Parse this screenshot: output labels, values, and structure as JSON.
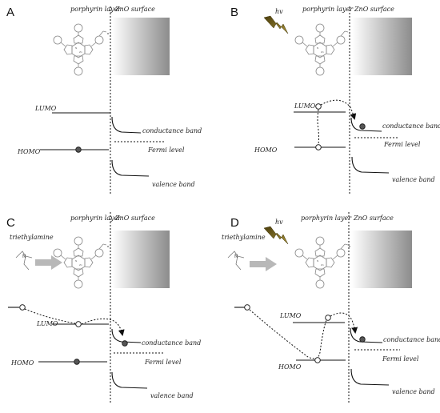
{
  "panels": [
    {
      "letter": "A",
      "layer_label": "porphyrin layer",
      "surface_label": "ZnO surface",
      "lumo": "LUMO",
      "homo": "HOMO",
      "conductance": "conductance band",
      "fermi": "Fermi level",
      "valence": "valence band"
    },
    {
      "letter": "B",
      "hv": "hv",
      "layer_label": "porphyrin layer",
      "surface_label": "ZnO surface",
      "lumo": "LUMO",
      "homo": "HOMO",
      "conductance": "conductance band",
      "fermi": "Fermi level",
      "valence": "valence band"
    },
    {
      "letter": "C",
      "amine": "triethylamine",
      "layer_label": "porphyrin layer",
      "surface_label": "ZnO surface",
      "lumo": "LUMO",
      "homo": "HOMO",
      "conductance": "conductance band",
      "fermi": "Fermi level",
      "valence": "valence band"
    },
    {
      "letter": "D",
      "hv": "hv",
      "amine": "triethylamine",
      "layer_label": "porphyrin layer",
      "surface_label": "ZnO surface",
      "lumo": "LUMO",
      "homo": "HOMO",
      "conductance": "conductance band",
      "fermi": "Fermi level",
      "valence": "valence band"
    }
  ],
  "colors": {
    "line": "#111111",
    "lightning": "#7a6a1a",
    "filled_dot": "#555555",
    "arrow_gray": "#b8b8b8"
  }
}
